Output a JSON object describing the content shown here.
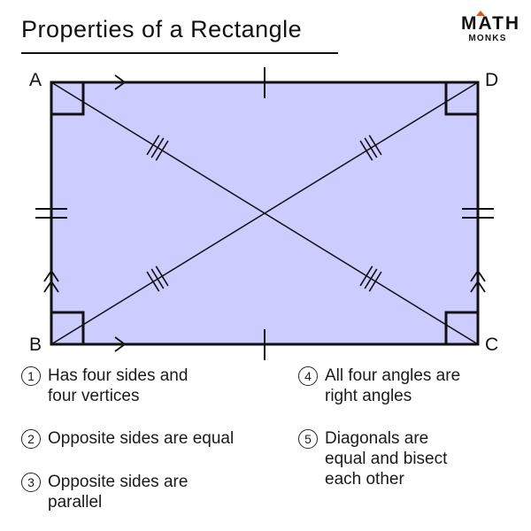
{
  "title": "Properties of a Rectangle",
  "logo": {
    "main": "MATH",
    "sub": "MONKS",
    "accent_color": "#e94e1b"
  },
  "diagram": {
    "fill_color": "#ccccff",
    "stroke_color": "#111111",
    "vertices": {
      "A": "A",
      "B": "B",
      "C": "C",
      "D": "D"
    }
  },
  "properties": [
    {
      "number": "1",
      "lines": [
        "Has four sides and",
        "four vertices"
      ]
    },
    {
      "number": "2",
      "lines": [
        "Opposite sides are equal"
      ]
    },
    {
      "number": "3",
      "lines": [
        "Opposite sides are",
        "parallel"
      ]
    },
    {
      "number": "4",
      "lines": [
        "All four angles are",
        "right angles"
      ]
    },
    {
      "number": "5",
      "lines": [
        "Diagonals are",
        "equal and bisect",
        "each other"
      ]
    }
  ]
}
